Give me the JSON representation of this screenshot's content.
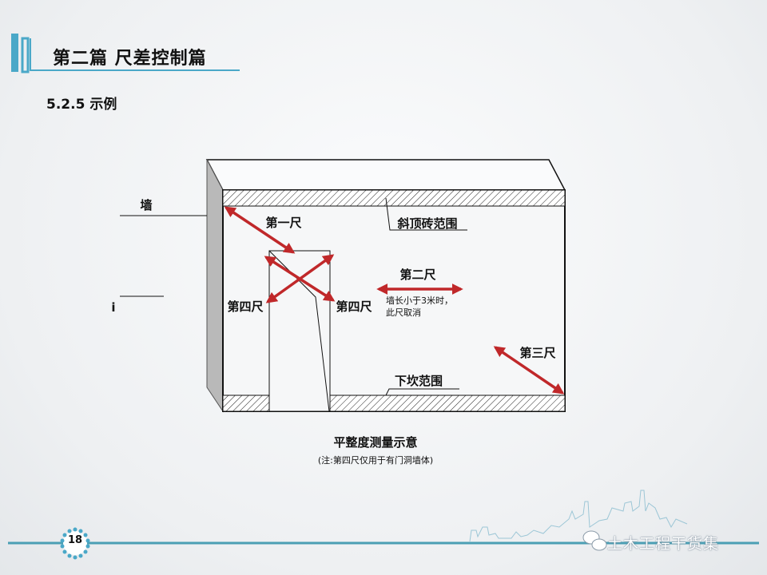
{
  "header": {
    "title": "第二篇  尺差控制篇",
    "subtitle": "5.2.5 示例"
  },
  "diagram": {
    "wall_label": "墙",
    "side_label": "i",
    "ruler1": "第一尺",
    "ruler2": "第二尺",
    "ruler3": "第三尺",
    "ruler4_left": "第四尺",
    "ruler4_right": "第四尺",
    "top_band_label": "斜顶砖范围",
    "bottom_band_label": "下坎范围",
    "note_line1": "墙长小于3米时，",
    "note_line2": "此尺取消",
    "caption": "平整度测量示意",
    "caption_note": "(注:第四尺仅用于有门洞墙体)"
  },
  "footer": {
    "page_number": "18",
    "brand": "土木工程干货集"
  },
  "colors": {
    "accent": "#4aa8c8",
    "arrow": "#c0282a",
    "footer_line": "#4b9fb4"
  }
}
